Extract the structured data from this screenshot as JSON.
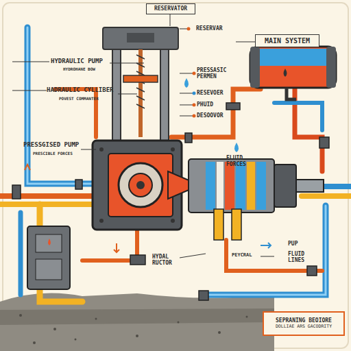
{
  "diagram": {
    "nodes": [
      {
        "text": [
          "RESERVATOR"
        ]
      },
      {
        "text": [
          "MAIN SYSTEM"
        ]
      },
      {
        "text": [
          "SEPRANING BEOIORE",
          "DOLLIAE ARS GACODRITY"
        ]
      }
    ],
    "labels": [
      "HYDRAULIC PUMP",
      "HYDROHANE BOW",
      "HADRAULIC CYLLIBER",
      "POVEST COMMANTER",
      "PRESSGISED PUMP",
      "PRESCIBLE FORCES",
      "RESERVAR",
      "PRESSASIC PERMEN",
      "RESEVOER",
      "PHUID",
      "DESOOVOR",
      "FLUID FORCES",
      "HYDAL RUCTOR",
      "PUP",
      "FLUID LINES",
      "PEYCRAL"
    ]
  }
}
